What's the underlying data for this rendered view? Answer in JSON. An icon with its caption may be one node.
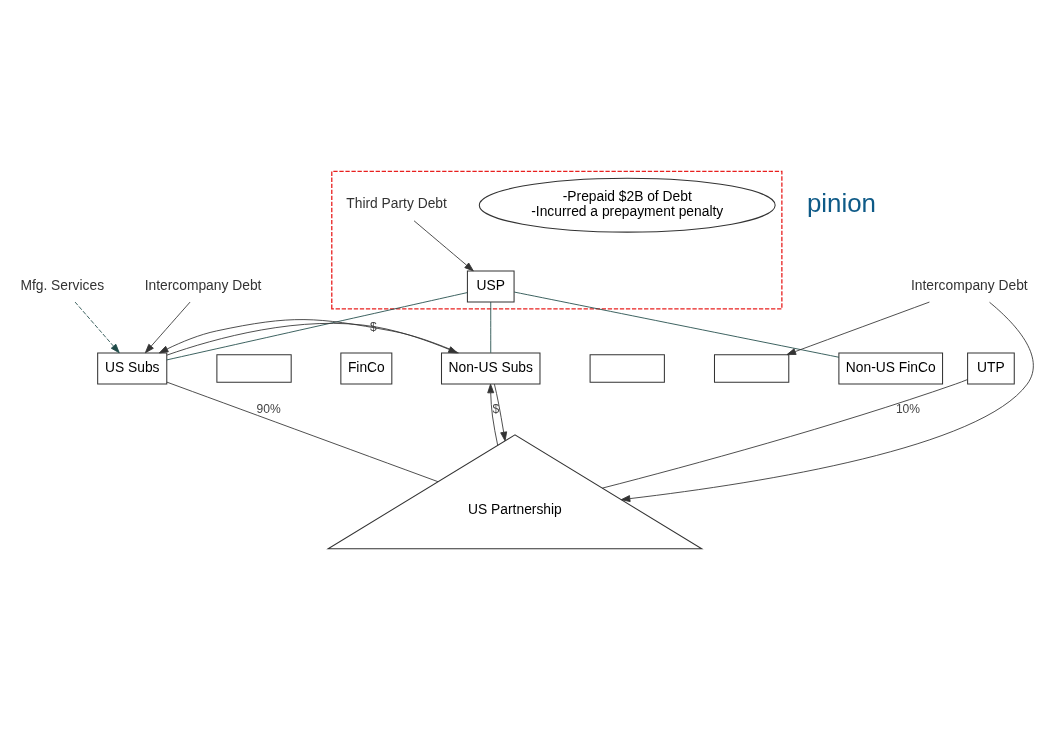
{
  "diagram": {
    "nodes": [
      {
        "text": [],
        "shape": "box"
      },
      {
        "text": [
          "-Prepaid $2B of Debt",
          "-Incurred a prepayment penalty"
        ],
        "in": 0
      },
      {
        "text": [
          "USP"
        ],
        "in": 0
      },
      {
        "text": [
          "Third Party Debt"
        ],
        "in": 0
      },
      {
        "text": [
          "US Subs"
        ]
      },
      {
        "text": [],
        "shape": "box"
      },
      {
        "text": [
          "FinCo"
        ]
      },
      {
        "text": [
          "Non-US Subs"
        ]
      },
      {
        "text": [],
        "shape": "box"
      },
      {
        "text": [],
        "shape": "box"
      },
      {
        "text": [
          "Non-US FinCo"
        ]
      },
      {
        "text": [
          "Intercompany Debt"
        ]
      },
      {
        "text": [
          "UTP"
        ]
      },
      {
        "text": [
          "Mfg. Services"
        ]
      },
      {
        "text": [
          "US Partnership"
        ]
      },
      {
        "text": [
          "Intercompany Debt"
        ]
      }
    ],
    "edges": [
      {
        "from": 3,
        "to": 2,
        "arrow": "to"
      },
      {
        "from": 2,
        "to": 4,
        "arrow": "none",
        "color": "#1f4a48"
      },
      {
        "from": 2,
        "to": 7,
        "arrow": "none",
        "color": "#1f4a48"
      },
      {
        "from": 2,
        "to": 10,
        "arrow": "none",
        "color": "#1f4a48"
      },
      {
        "from": 11,
        "to": 4,
        "arrow": "to"
      },
      {
        "from": 4,
        "to": 7,
        "arrow": "to",
        "label": "$"
      },
      {
        "from": 7,
        "to": 4,
        "arrow": "to"
      },
      {
        "from": 13,
        "to": 4,
        "arrow": "to",
        "style": "dashed",
        "color": "#1f4a48"
      },
      {
        "from": 4,
        "to": 14,
        "arrow": "none",
        "label": "90%"
      },
      {
        "from": 12,
        "to": 14,
        "arrow": "none",
        "label": "10%"
      },
      {
        "from": 14,
        "to": 7,
        "arrow": "to",
        "label": "$"
      },
      {
        "from": 7,
        "to": 14,
        "arrow": "to"
      },
      {
        "from": 15,
        "to": 14,
        "arrow": "to"
      },
      {
        "from": 15,
        "to": 9,
        "arrow": "to"
      }
    ],
    "labels": [
      "pinion"
    ]
  }
}
